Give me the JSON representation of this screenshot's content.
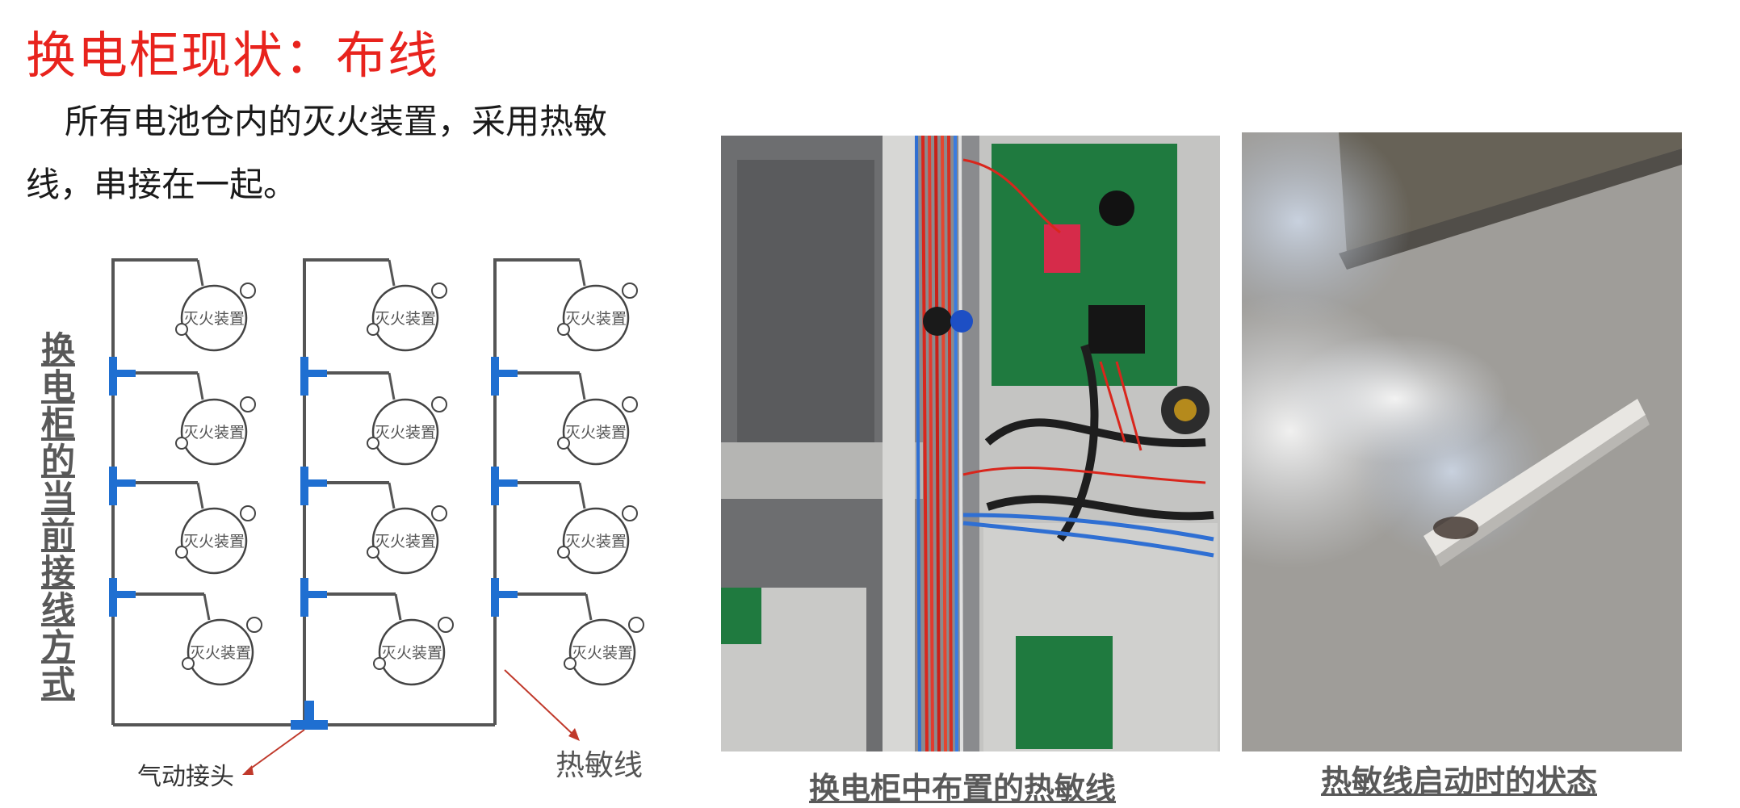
{
  "slide": {
    "title": "换电柜现状：布线",
    "intro": "所有电池仓内的灭火装置，采用热敏线，串接在一起。",
    "vertical_label": "换电柜的当前接线方式"
  },
  "diagram": {
    "device_label": "灭火装置",
    "connector_label": "气动接头",
    "wire_label": "热敏线",
    "columns": 3,
    "rows": 4,
    "colors": {
      "wire": "#555555",
      "connector": "#1f6fd1",
      "arrow": "#c0392b"
    }
  },
  "photos": {
    "left_caption": "换电柜中布置的热敏线",
    "right_caption": "热敏线启动时的状态"
  }
}
